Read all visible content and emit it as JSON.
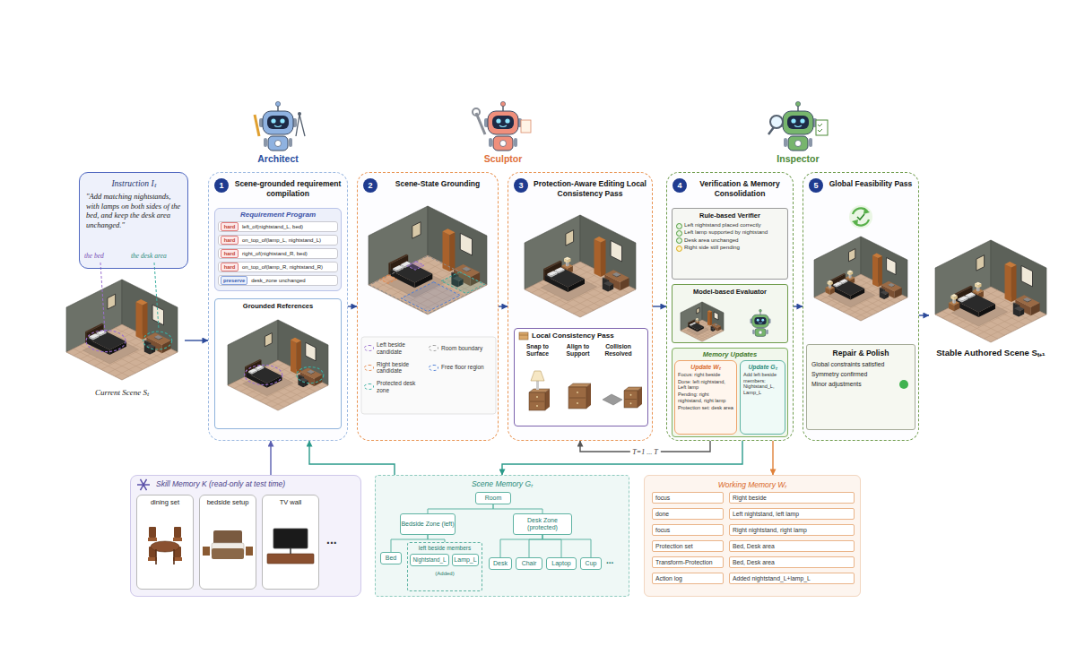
{
  "diagram": {
    "nodes": [
      {
        "text": [
          "Instruction Iₜ",
          "\"Add matching nightstands, with lamps on both sides of the bed, and keep the desk area unchanged.\""
        ]
      },
      {
        "text": [
          "Current Scene Sₜ"
        ]
      },
      {
        "text": [
          "Scene-grounded requirement compilation"
        ]
      },
      {
        "text": [
          "1"
        ],
        "in": 2
      },
      {
        "text": [
          "Requirement Program"
        ],
        "in": 2
      },
      {
        "text": [
          "hard",
          "left_of(nightstand_L, bed)"
        ],
        "in": 4
      },
      {
        "text": [
          "hard",
          "on_top_of(lamp_L, nightstand_L)"
        ],
        "in": 4
      },
      {
        "text": [
          "hard",
          "right_of(nightstand_R, bed)"
        ],
        "in": 4
      },
      {
        "text": [
          "hard",
          "on_top_of(lamp_R, nightstand_R)"
        ],
        "in": 4
      },
      {
        "text": [
          "preserve",
          "desk_zone unchanged"
        ],
        "in": 4
      },
      {
        "text": [
          "Grounded References"
        ],
        "in": 2
      },
      {
        "text": [
          "Scene-State Grounding"
        ]
      },
      {
        "text": [
          "2"
        ],
        "in": 11
      },
      {
        "text": [
          "Protection-Aware Editing Local Consistency Pass"
        ]
      },
      {
        "text": [
          "3"
        ],
        "in": 13
      },
      {
        "text": [
          "Local Consistency Pass",
          "Snap to Surface",
          "Align to Support",
          "Collision Resolved"
        ],
        "in": 13
      },
      {
        "text": [
          "Verification & Memory Consolidation"
        ]
      },
      {
        "text": [
          "4"
        ],
        "in": 16
      },
      {
        "text": [
          "Rule-based Verifier",
          "Left nightstand placed correctly",
          "Left lamp supported by nightstand",
          "Desk area unchanged",
          "Right side still pending"
        ],
        "in": 16
      },
      {
        "text": [
          "Model-based Evaluator"
        ],
        "in": 16
      },
      {
        "text": [
          "Memory Updates"
        ],
        "in": 16
      },
      {
        "text": [
          "Update Wₜ",
          "Focus: right beside",
          "Done: left nightstand, Left lamp",
          "Pending: right nightstand, right lamp",
          "Protection set: desk area"
        ],
        "in": 20
      },
      {
        "text": [
          "Update Gₜ",
          "Add left beside members: Nightstand_L, Lamp_L"
        ],
        "in": 20
      },
      {
        "text": [
          "Global Feasibility Pass"
        ]
      },
      {
        "text": [
          "5"
        ],
        "in": 23
      },
      {
        "text": [
          "Repair & Polish",
          "Global constraints satisfied",
          "Symmetry confirmed",
          "Minor adjustments"
        ],
        "in": 23
      },
      {
        "text": [
          "Stable Authored Scene Sₜ₊₁"
        ]
      },
      {
        "text": [
          "Skill Memory K (read-only at test time)"
        ]
      },
      {
        "text": [
          "dining set"
        ],
        "in": 27
      },
      {
        "text": [
          "bedside setup"
        ],
        "in": 27
      },
      {
        "text": [
          "TV wall"
        ],
        "in": 27
      },
      {
        "text": [
          "Scene Memory Gₜ"
        ]
      },
      {
        "text": [
          "Room"
        ],
        "in": 31
      },
      {
        "text": [
          "Bedside Zone (left)"
        ],
        "in": 31
      },
      {
        "text": [
          "Desk Zone (protected)"
        ],
        "in": 31
      },
      {
        "text": [
          "Bed"
        ],
        "in": 31
      },
      {
        "text": [
          "left beside members",
          "(Added)"
        ],
        "in": 31
      },
      {
        "text": [
          "Nightstand_L"
        ],
        "in": 36
      },
      {
        "text": [
          "Lamp_L"
        ],
        "in": 36
      },
      {
        "text": [
          "Desk"
        ],
        "in": 31
      },
      {
        "text": [
          "Chair"
        ],
        "in": 31
      },
      {
        "text": [
          "Laptop"
        ],
        "in": 31
      },
      {
        "text": [
          "Cup"
        ],
        "in": 31
      },
      {
        "text": [
          "Working Memory Wₜ"
        ]
      },
      {
        "text": [
          "focus",
          "Right beside"
        ],
        "in": 43
      },
      {
        "text": [
          "done",
          "Left nightstand, left lamp"
        ],
        "in": 43
      },
      {
        "text": [
          "focus",
          "Right nightstand, right lamp"
        ],
        "in": 43
      },
      {
        "text": [
          "Protection set",
          "Bed, Desk area"
        ],
        "in": 43
      },
      {
        "text": [
          "Transform-Protection",
          "Bed, Desk area"
        ],
        "in": 43
      },
      {
        "text": [
          "Action log",
          "Added nightstand_L+lamp_L"
        ],
        "in": 43
      }
    ],
    "edges": [
      {
        "from": 1,
        "to": 2,
        "arrow": "to"
      },
      {
        "from": 2,
        "to": 11,
        "arrow": "to"
      },
      {
        "from": 11,
        "to": 13,
        "arrow": "to"
      },
      {
        "from": 13,
        "to": 16,
        "arrow": "to"
      },
      {
        "from": 16,
        "to": 23,
        "arrow": "to"
      },
      {
        "from": 23,
        "to": 26,
        "arrow": "to"
      },
      {
        "from": 16,
        "to": 13,
        "label": "T=1 ... T",
        "arrow": "to"
      },
      {
        "from": 27,
        "to": 2,
        "arrow": "to"
      },
      {
        "from": 16,
        "to": 31,
        "arrow": "to"
      },
      {
        "from": 31,
        "to": 2,
        "arrow": "to"
      },
      {
        "from": 16,
        "to": 43,
        "arrow": "to"
      },
      {
        "from": 32,
        "to": 33,
        "arrow": "none"
      },
      {
        "from": 32,
        "to": 34,
        "arrow": "none"
      },
      {
        "from": 33,
        "to": 35,
        "arrow": "none"
      },
      {
        "from": 33,
        "to": 36,
        "arrow": "none"
      },
      {
        "from": 34,
        "to": 39,
        "arrow": "none"
      },
      {
        "from": 34,
        "to": 40,
        "arrow": "none"
      },
      {
        "from": 34,
        "to": 41,
        "arrow": "none"
      },
      {
        "from": 34,
        "to": 42,
        "arrow": "none"
      }
    ],
    "labels": [
      "Architect",
      "Sculptor",
      "Inspector",
      "the bed",
      "the desk area",
      "...",
      "..."
    ],
    "legend": [
      {
        "text": "Left beside candidate"
      },
      {
        "text": "Room boundary"
      },
      {
        "text": "Right beside candidate"
      },
      {
        "text": "Free floor region"
      },
      {
        "text": "Protected desk zone"
      }
    ]
  }
}
